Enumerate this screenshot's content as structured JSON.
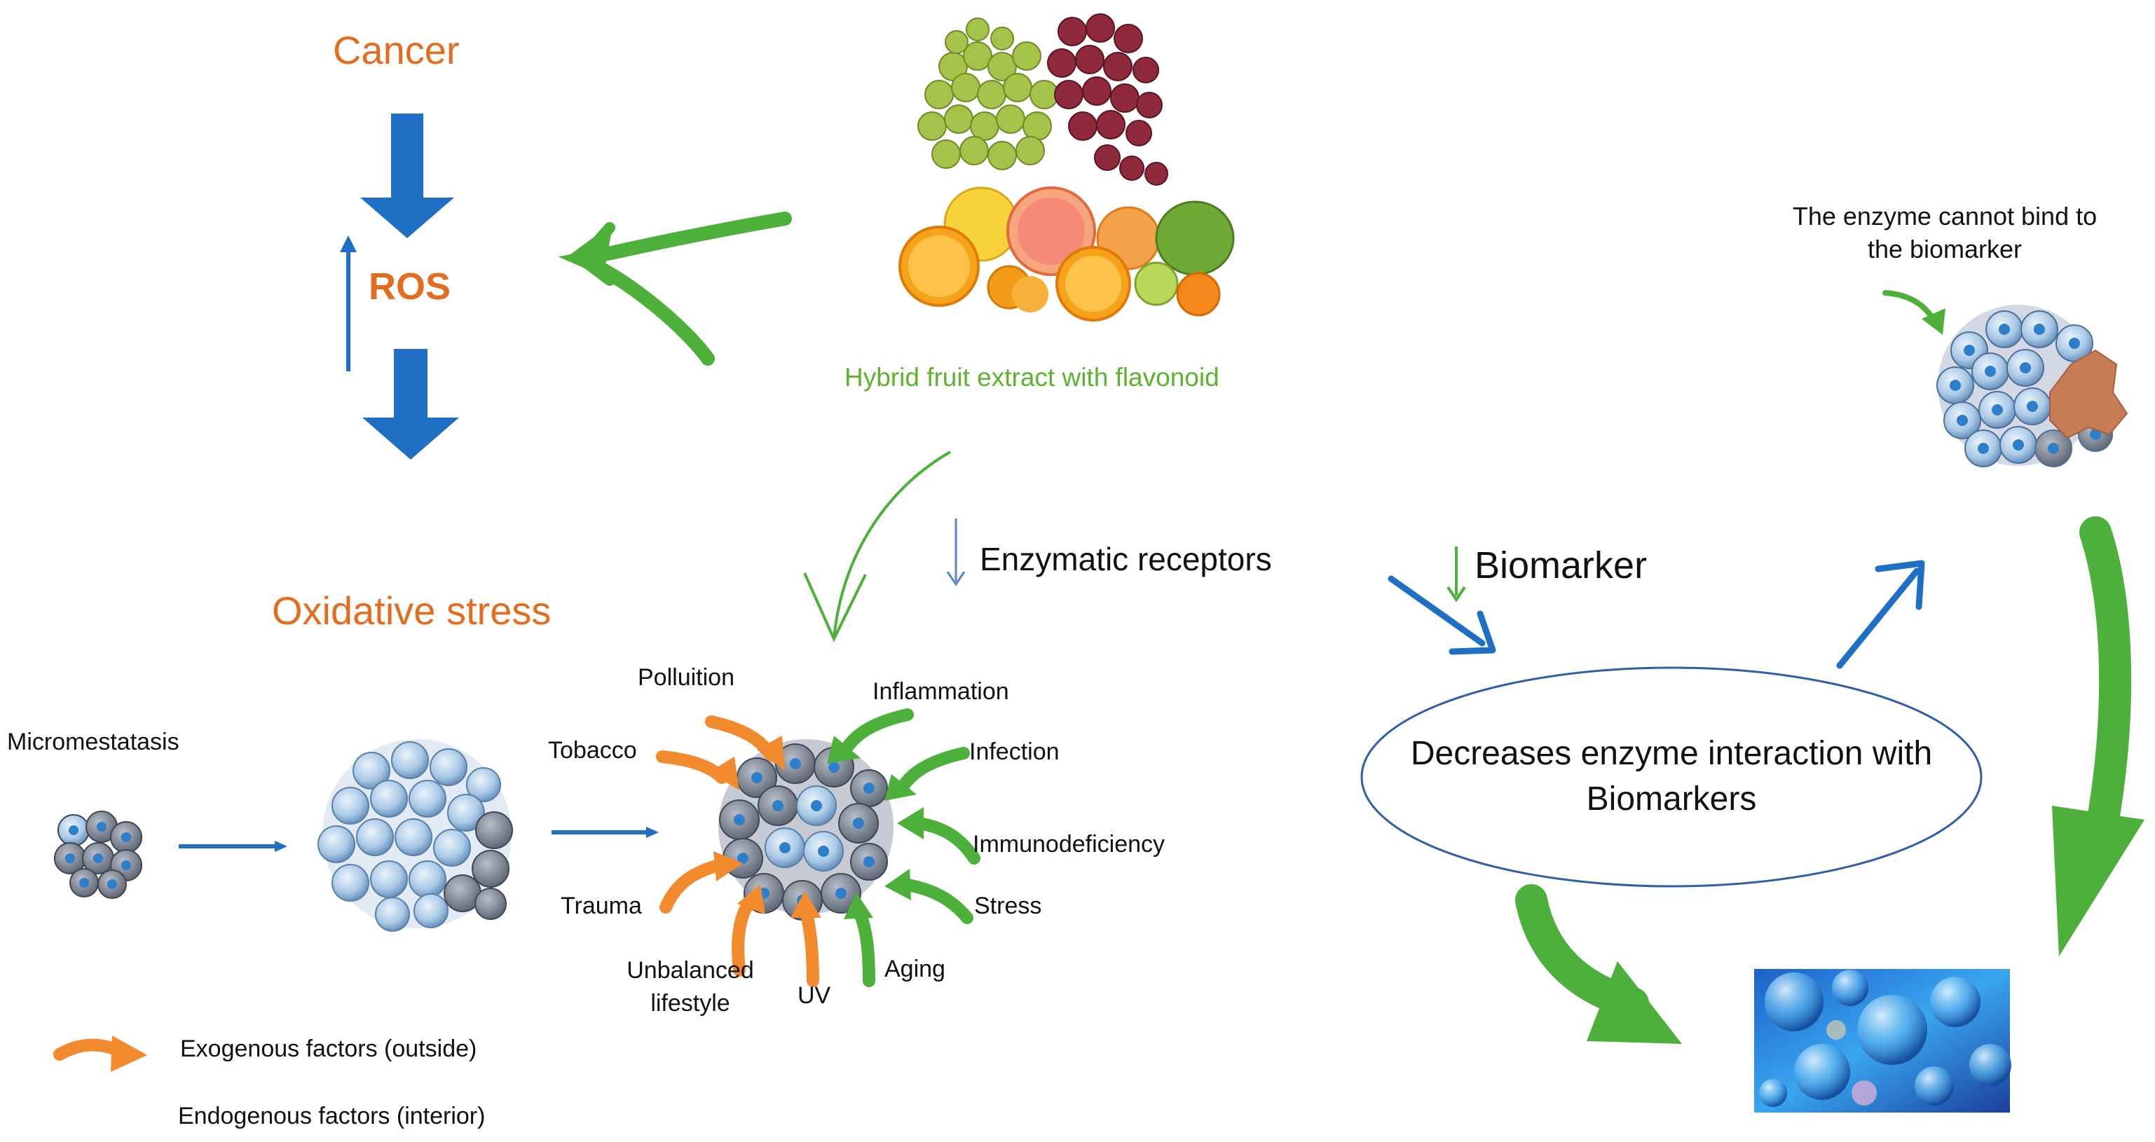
{
  "labels": {
    "cancer": "Cancer",
    "ros": "ROS",
    "oxidative_stress": "Oxidative stress",
    "fruit_caption": "Hybrid fruit extract with flavonoid",
    "enzymatic_receptors": "Enzymatic receptors",
    "biomarker": "Biomarker",
    "enzyme_note_line1": "The enzyme cannot bind to",
    "enzyme_note_line2": "the biomarker",
    "ellipse_line1": "Decreases enzyme interaction with",
    "ellipse_line2": "Biomarkers",
    "micromestatasis": "Micromestatasis"
  },
  "factors": {
    "polluition": "Polluition",
    "inflammation": "Inflammation",
    "tobacco": "Tobacco",
    "infection": "Infection",
    "immunodeficiency": "Immunodeficiency",
    "trauma": "Trauma",
    "stress": "Stress",
    "unbalanced_line1": "Unbalanced",
    "unbalanced_line2": "lifestyle",
    "uv": "UV",
    "aging": "Aging"
  },
  "legend": {
    "exogenous": "Exogenous factors (outside)",
    "endogenous": "Endogenous factors (interior)"
  },
  "colors": {
    "blue": "#1f6fc4",
    "green": "#4cb03a",
    "orange": "#f28a2e",
    "accent_text": "#e36c1f"
  }
}
